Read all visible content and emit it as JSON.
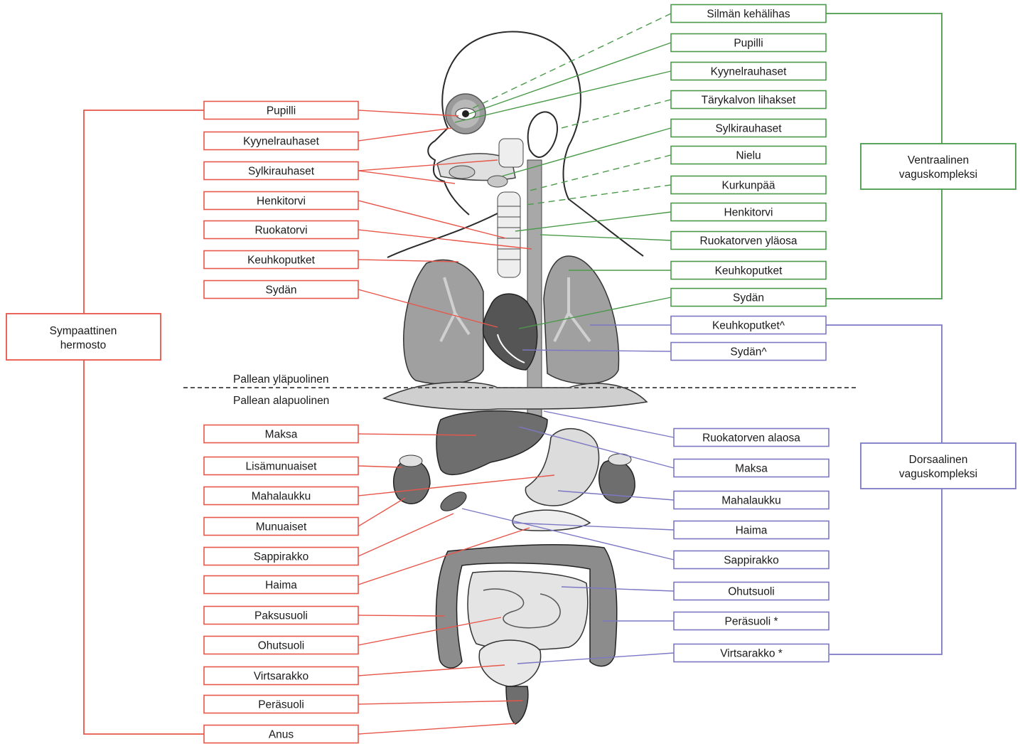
{
  "diaphragm": {
    "above": "Pallean yläpuolinen",
    "below": "Pallean alapuolinen"
  },
  "groups": {
    "sympathetic": {
      "title_line1": "Sympaattinen",
      "title_line2": "hermosto",
      "color": "#e8564a"
    },
    "ventral": {
      "title_line1": "Ventraalinen",
      "title_line2": "vaguskompleksi",
      "color": "#4a9a4a"
    },
    "dorsal": {
      "title_line1": "Dorsaalinen",
      "title_line2": "vaguskompleksi",
      "color": "#7c78c4"
    }
  },
  "left_labels": [
    "Pupilli",
    "Kyynelrauhaset",
    "Sylkirauhaset",
    "Henkitorvi",
    "Ruokatorvi",
    "Keuhkoputket",
    "Sydän",
    "Maksa",
    "Lisämunuaiset",
    "Mahalaukku",
    "Munuaiset",
    "Sappirakko",
    "Haima",
    "Paksusuoli",
    "Ohutsuoli",
    "Virtsarakko",
    "Peräsuoli",
    "Anus"
  ],
  "ventral_labels": [
    "Silmän kehälihas",
    "Pupilli",
    "Kyynelrauhaset",
    "Tärykalvon lihakset",
    "Sylkirauhaset",
    "Nielu",
    "Kurkunpää",
    "Henkitorvi",
    "Ruokatorven yläosa",
    "Keuhkoputket",
    "Sydän"
  ],
  "dorsal_upper_labels": [
    "Keuhkoputket^",
    "Sydän^"
  ],
  "dorsal_lower_labels": [
    "Ruokatorven alaosa",
    "Maksa",
    "Mahalaukku",
    "Haima",
    "Sappirakko",
    "Ohutsuoli",
    "Peräsuoli *",
    "Virtsarakko *"
  ]
}
